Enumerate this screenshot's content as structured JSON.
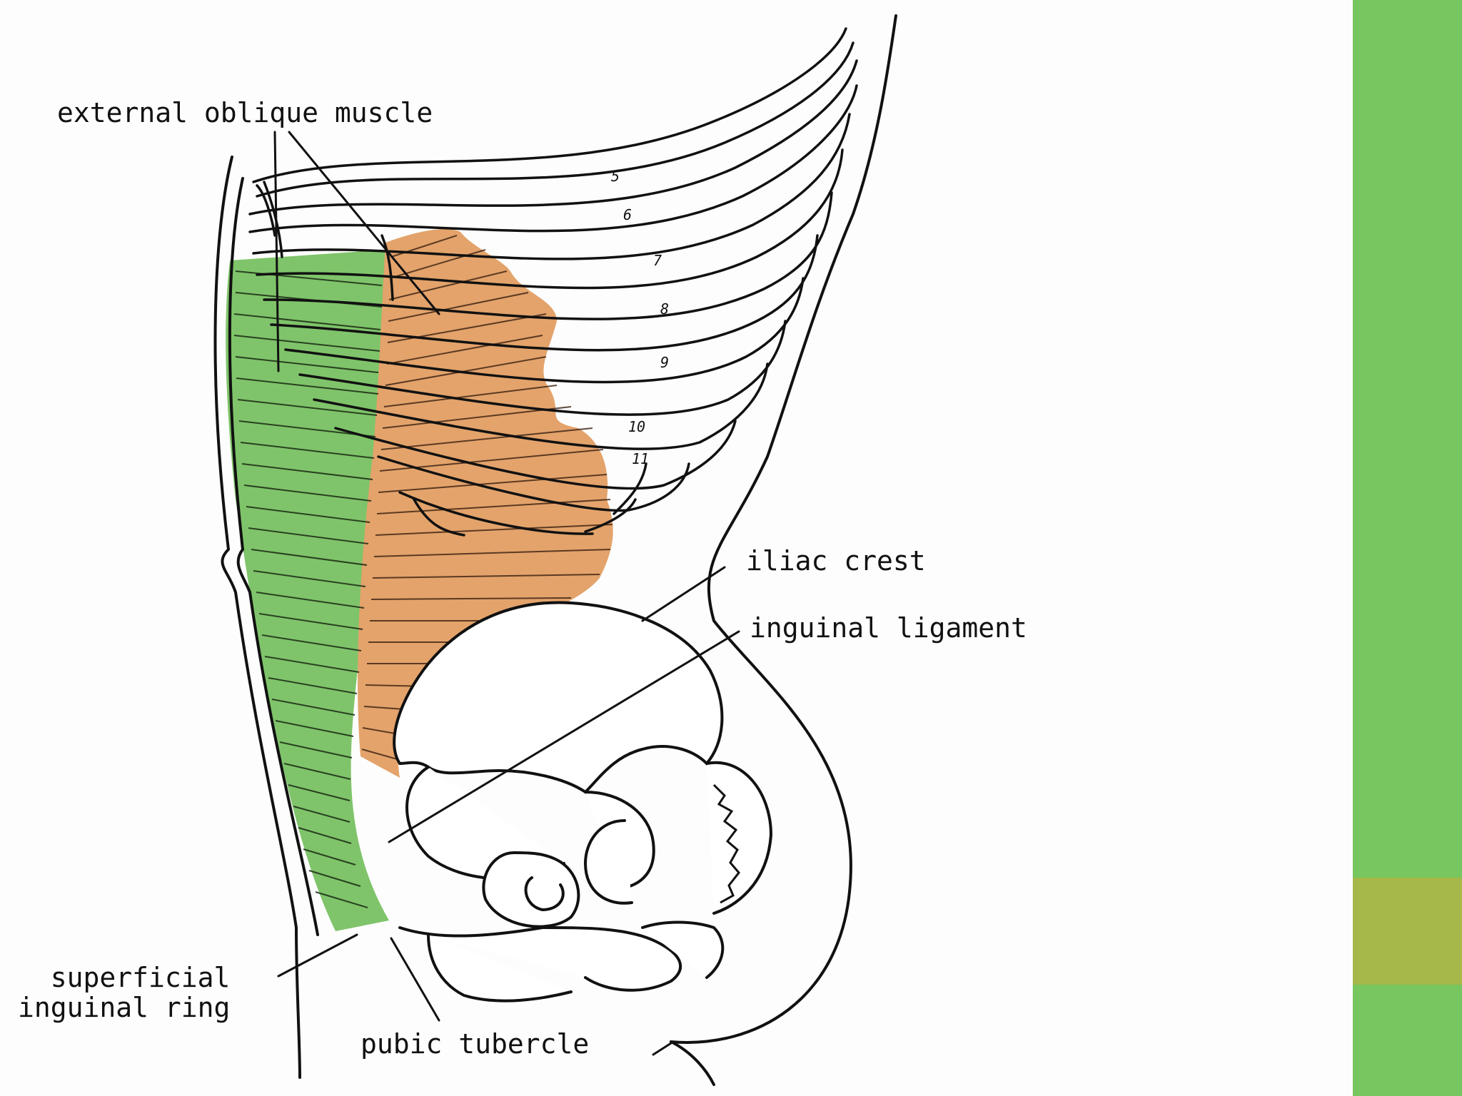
{
  "colors": {
    "rectus_green": "#7fc46a",
    "oblique_orange": "#e3a36b",
    "accent_green": "#77c65f",
    "accent_olive": "#a7b84a",
    "line": "#111111"
  },
  "labels": {
    "external_oblique": "external oblique muscle",
    "iliac_crest": "iliac crest",
    "inguinal_ligament": "inguinal ligament",
    "superficial_ring": "superficial\ninguinal ring",
    "pubic_tubercle": "pubic tubercle"
  },
  "rib_numbers": [
    "5",
    "6",
    "7",
    "8",
    "9",
    "10",
    "11"
  ]
}
